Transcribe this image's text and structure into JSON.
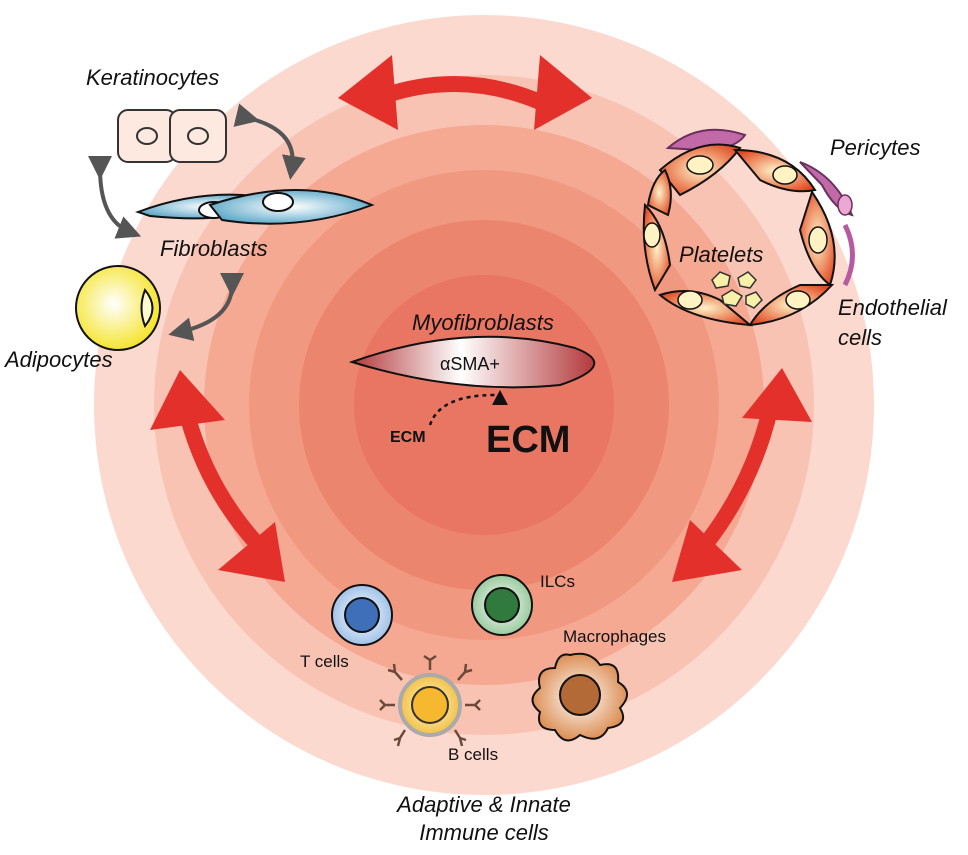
{
  "colors": {
    "ring_outer": "#fbd0c4",
    "ring_mid": "#f6b29f",
    "ring_inner": "#ee8f76",
    "core": "#e87662",
    "arrow_red": "#e3302a",
    "arrow_gray": "#555555",
    "fibroblast": "#8ec7dc",
    "adipocyte": "#fff27a",
    "vessel": "#e8512a",
    "pericyte": "#b75ba0",
    "t_cell": "#3f6fb8",
    "ilc": "#2f7a3c",
    "b_cell": "#f0b72d",
    "macrophage": "#b36a36"
  },
  "labels": {
    "keratinocytes": "Keratinocytes",
    "fibroblasts": "Fibroblasts",
    "adipocytes": "Adipocytes",
    "pericytes": "Pericytes",
    "platelets": "Platelets",
    "endothelial_1": "Endothelial",
    "endothelial_2": "cells",
    "myofibroblasts": "Myofibroblasts",
    "asma": "αSMA+",
    "ecm_small": "ECM",
    "ecm_large": "ECM",
    "t_cells": "T cells",
    "ilcs": "ILCs",
    "macrophages": "Macrophages",
    "b_cells": "B cells",
    "immune_1": "Adaptive & Innate",
    "immune_2": "Immune cells"
  },
  "icons": [
    "double-arrow-icon",
    "cell-icon",
    "blood-vessel-icon",
    "platelet-icon"
  ]
}
